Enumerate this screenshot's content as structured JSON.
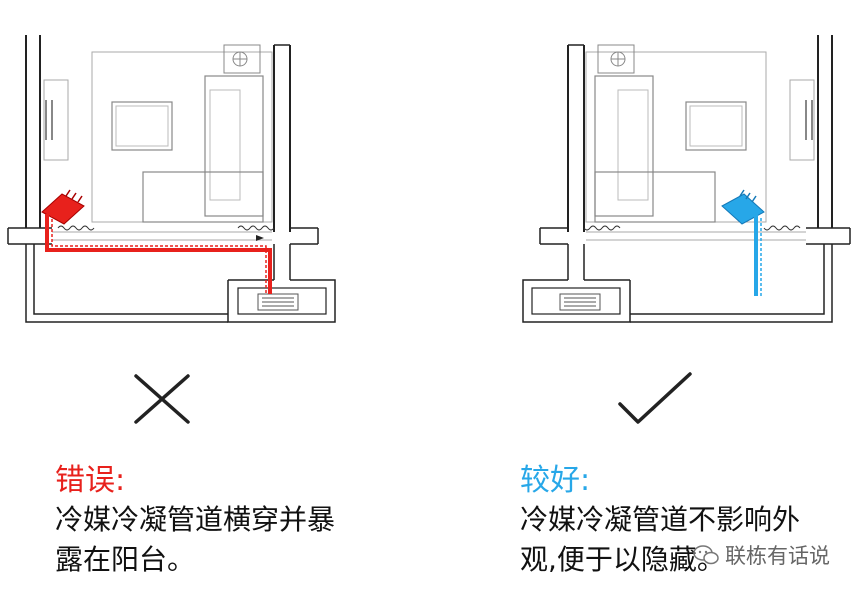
{
  "left": {
    "verdict": "错误:",
    "desc_line1": "冷媒冷凝管道横穿并暴",
    "desc_line2": "露在阳台。",
    "pipe_color": "#e8211c"
  },
  "right": {
    "verdict": "较好:",
    "desc_line1": "冷媒冷凝管道不影响外",
    "desc_line2": "观,便于以隐藏。",
    "pipe_color": "#27a7e8"
  },
  "watermark": {
    "text": "联栋有话说",
    "icon": "wechat-icon"
  },
  "marks": {
    "wrong": "cross-mark-icon",
    "right": "check-mark-icon"
  }
}
